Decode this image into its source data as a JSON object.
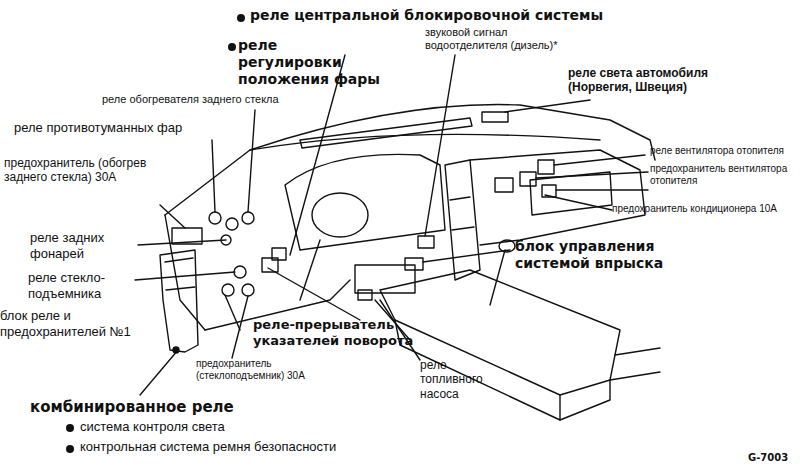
{
  "diagram": {
    "labels": [
      "реле центральной блокировочной системы",
      "реле регулировки положения фары",
      "звуковой сигнал водоотделителя (дизель)*",
      "реле обогревателя заднего стекла",
      "реле света автомобиля (Норвегия, Швеция)",
      "реле противотуманных фар",
      "реле вентилятора отопителя",
      "предохранитель вентилятора отопителя",
      "предохранитель (обогрев заднего стекла) 30A",
      "предохранитель кондиционера 10A",
      "реле задних фонарей",
      "блок управления системой впрыска",
      "реле стекло- подъемника",
      "блок реле и предохранителей №1",
      "реле-прерыватель указателей поворота",
      "предохранитель (стеклоподъемник) 30A",
      "реле топливного насоса",
      "комбинированное реле",
      "система контроля света",
      "контрольная система ремня безопасности",
      "G-7003"
    ]
  }
}
